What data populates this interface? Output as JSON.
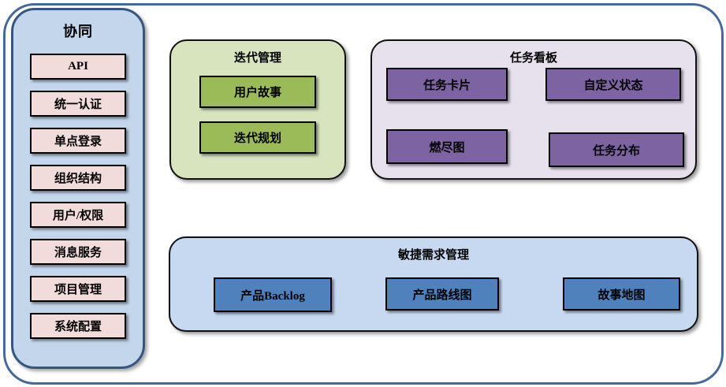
{
  "sidebar": {
    "title": "协同",
    "items": [
      "API",
      "统一认证",
      "单点登录",
      "组织结构",
      "用户/权限",
      "消息服务",
      "项目管理",
      "系统配置"
    ]
  },
  "panels": {
    "iteration": {
      "title": "迭代管理",
      "items": [
        "用户故事",
        "迭代规划"
      ]
    },
    "kanban": {
      "title": "任务看板",
      "items": [
        "任务卡片",
        "自定义状态",
        "燃尽图",
        "任务分布"
      ]
    },
    "requirements": {
      "title": "敏捷需求管理",
      "items": [
        "产品Backlog",
        "产品路线图",
        "故事地图"
      ]
    }
  },
  "colors": {
    "frame_border": "#44689d",
    "sidebar_fill": "#c3d6ec",
    "sidebar_border": "#35577f",
    "sidebar_item_fill": "#f2dcdb",
    "iteration_panel_fill": "#d7e4bd",
    "iteration_item_fill": "#9bbb59",
    "kanban_panel_fill": "#e6e1ed",
    "kanban_item_fill": "#7d63a2",
    "requirements_panel_fill": "#c6d9f1",
    "requirements_item_fill": "#4f81bd",
    "box_border": "#000000"
  }
}
